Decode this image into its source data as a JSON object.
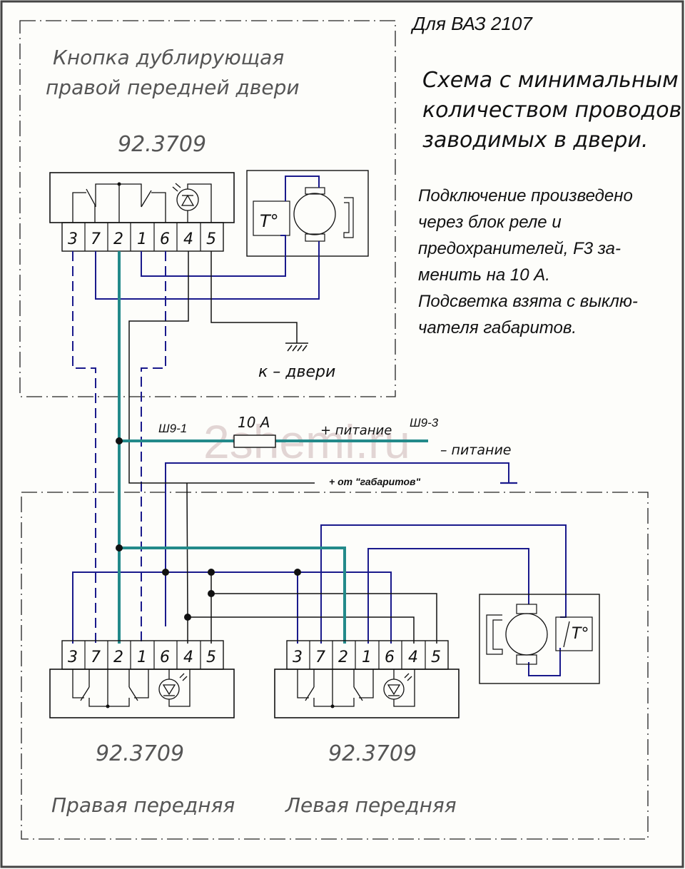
{
  "header": {
    "model": "Для ВАЗ 2107",
    "title_lines": [
      "Схема с минимальным",
      "количеством проводов",
      "заводимых в двери."
    ]
  },
  "notes": {
    "lines": [
      "Подключение  произведено",
      "через блок реле и",
      "предохранителей, F3 за-",
      "менить на 10 А.",
      "Подсветка взята с выклю-",
      "чателя габаритов."
    ]
  },
  "top_block": {
    "title_lines": [
      "Кнопка дублирующая",
      "правой передней двери"
    ],
    "part_number": "92.3709",
    "pins": [
      "3",
      "7",
      "2",
      "1",
      "6",
      "4",
      "5"
    ],
    "ground_label": "к – двери",
    "motor_thermal_label": "T°"
  },
  "wiring": {
    "connector_left": "Ш9-1",
    "connector_right": "Ш9-3",
    "fuse_rating": "10 А",
    "plus_power": "+ питание",
    "minus_power": "– питание",
    "marker_lights": "+ от \"габаритов\""
  },
  "bottom_block": {
    "switches": [
      {
        "part_number": "92.3709",
        "label": "Правая передняя",
        "pins": [
          "3",
          "7",
          "2",
          "1",
          "6",
          "4",
          "5"
        ]
      },
      {
        "part_number": "92.3709",
        "label": "Левая передняя",
        "pins": [
          "3",
          "7",
          "2",
          "1",
          "6",
          "4",
          "5"
        ]
      }
    ],
    "motor_thermal_label": "T°"
  },
  "watermark": "2shemi.ru",
  "colors": {
    "background": "#fdfdfa",
    "wire_blue": "#1a1a8c",
    "wire_teal": "#238a8a",
    "wire_black": "#111111",
    "frame": "#444444"
  }
}
